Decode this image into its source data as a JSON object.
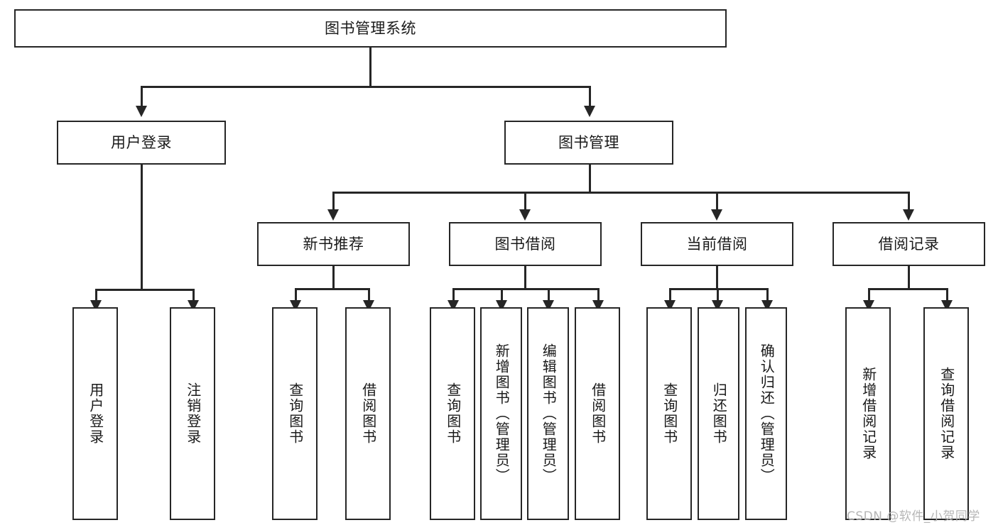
{
  "diagram": {
    "type": "tree-hierarchy-chart",
    "title": "图书管理系统",
    "colors": {
      "stroke": "#262626",
      "fill": "#ffffff",
      "background": "#ffffff",
      "watermark": "#b6b6b6"
    },
    "root": {
      "label": "图书管理系统"
    },
    "level2": [
      {
        "label": "用户登录"
      },
      {
        "label": "图书管理"
      }
    ],
    "level3": [
      {
        "label": "新书推荐"
      },
      {
        "label": "图书借阅"
      },
      {
        "label": "当前借阅"
      },
      {
        "label": "借阅记录"
      }
    ],
    "leaves": {
      "user_login": [
        {
          "label": "用户登录"
        },
        {
          "label": "注销登录"
        }
      ],
      "new_book_recommend": [
        {
          "label": "查询图书"
        },
        {
          "label": "借阅图书"
        }
      ],
      "book_borrow": [
        {
          "label": "查询图书"
        },
        {
          "label": "新增图书（管理员）"
        },
        {
          "label": "编辑图书（管理员）"
        },
        {
          "label": "借阅图书"
        }
      ],
      "current_borrow": [
        {
          "label": "查询图书"
        },
        {
          "label": "归还图书"
        },
        {
          "label": "确认归还（管理员）"
        }
      ],
      "borrow_record": [
        {
          "label": "新增借阅记录"
        },
        {
          "label": "查询借阅记录"
        }
      ]
    },
    "watermark": "CSDN @软件_小贺同学"
  }
}
